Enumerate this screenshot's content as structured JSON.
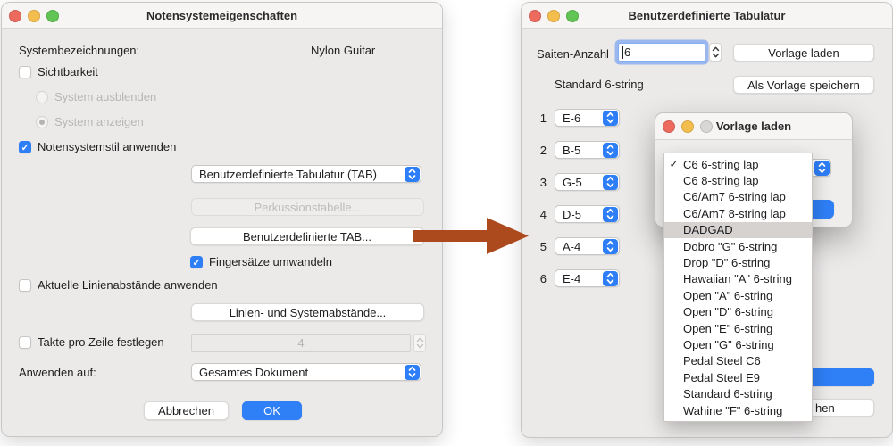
{
  "left_window": {
    "title": "Notensystemeigenschaften",
    "system_names_label": "Systembezeichnungen:",
    "instrument_name": "Nylon Guitar",
    "visibility_checkbox": "Sichtbarkeit",
    "hide_system_radio": "System ausblenden",
    "show_system_radio": "System anzeigen",
    "staff_style_checkbox": "Notensystemstil anwenden",
    "staff_style_select": "Benutzerdefinierte Tabulatur (TAB)",
    "percussion_button": "Perkussionstabelle...",
    "custom_tab_button": "Benutzerdefinierte TAB...",
    "fingerings_checkbox": "Fingersätze umwandeln",
    "line_spacing_checkbox": "Aktuelle Linienabstände anwenden",
    "line_spacing_button": "Linien- und Systemabstände...",
    "measures_checkbox": "Takte pro Zeile festlegen",
    "measures_value": "4",
    "apply_to_label": "Anwenden auf:",
    "apply_to_select": "Gesamtes Dokument",
    "cancel_button": "Abbrechen",
    "ok_button": "OK"
  },
  "right_window": {
    "title": "Benutzerdefinierte Tabulatur",
    "string_count_label": "Saiten-Anzahl",
    "string_count_value": "6",
    "load_template_button": "Vorlage laden",
    "template_name": "Standard 6-string",
    "save_template_button": "Als Vorlage speichern",
    "strings": [
      {
        "number": "1",
        "note": "E-6"
      },
      {
        "number": "2",
        "note": "B-5"
      },
      {
        "number": "3",
        "note": "G-5"
      },
      {
        "number": "4",
        "note": "D-5"
      },
      {
        "number": "5",
        "note": "A-4"
      },
      {
        "number": "6",
        "note": "E-4"
      }
    ],
    "cancel_button_visible_text": "hen"
  },
  "template_popup": {
    "title": "Vorlage laden",
    "menu_items": [
      {
        "label": "C6 6-string lap",
        "checked": true
      },
      {
        "label": "C6 8-string lap"
      },
      {
        "label": "C6/Am7 6-string lap"
      },
      {
        "label": "C6/Am7 8-string lap"
      },
      {
        "label": "DADGAD",
        "highlighted": true
      },
      {
        "label": "Dobro \"G\" 6-string"
      },
      {
        "label": "Drop \"D\" 6-string"
      },
      {
        "label": "Hawaiian \"A\" 6-string"
      },
      {
        "label": "Open \"A\" 6-string"
      },
      {
        "label": "Open \"D\" 6-string"
      },
      {
        "label": "Open \"E\" 6-string"
      },
      {
        "label": "Open \"G\" 6-string"
      },
      {
        "label": "Pedal Steel C6"
      },
      {
        "label": "Pedal Steel E9"
      },
      {
        "label": "Standard 6-string"
      },
      {
        "label": "Wahine \"F\" 6-string"
      }
    ]
  },
  "colors": {
    "accent_blue": "#2E7EF7",
    "arrow": "#AC4A1D",
    "traffic_red": "#EC6A5E",
    "traffic_yellow": "#F4BE4E",
    "traffic_green": "#61C454",
    "traffic_inactive": "#D9D7D5",
    "menu_highlight": "#D5D2D0"
  }
}
